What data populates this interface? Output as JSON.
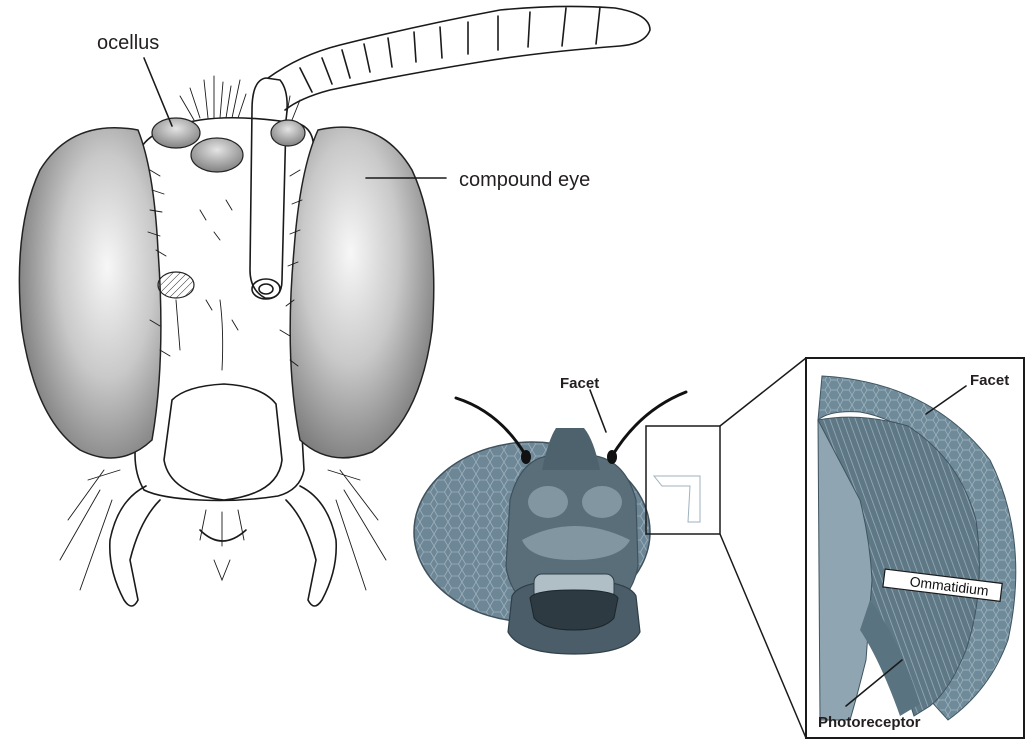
{
  "labels": {
    "ocellus": "ocellus",
    "compound_eye": "compound eye",
    "facet_head": "Facet",
    "facet_inset": "Facet",
    "ommatidium": "Ommatidium",
    "photoreceptor": "Photoreceptor"
  },
  "colors": {
    "eye_gray_light": "#eeeeee",
    "eye_gray_dark": "#6f6f6f",
    "fly_eye_blue": "#6e8797",
    "fly_head_dark": "#4e626d",
    "fly_head_mid": "#6a7f8b",
    "fly_head_light": "#93a4ae",
    "inset_blue": "#6f8a99",
    "inset_blue_light": "#9fb3bf",
    "outline": "#1a1a1a"
  }
}
